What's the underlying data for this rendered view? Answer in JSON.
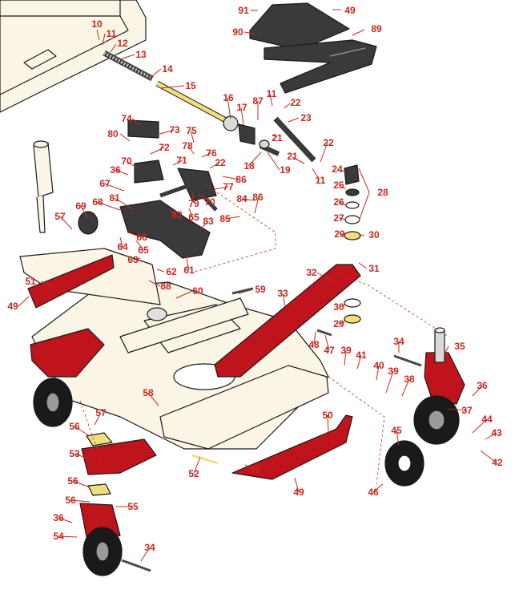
{
  "colors": {
    "callout": "#c8281e",
    "part_red": "#c0141c",
    "part_cream": "#fbf5e6",
    "part_dark": "#3a3a3a",
    "part_gray": "#9a9a9a",
    "part_yellow": "#f2df7c",
    "outline": "#1a1a1a",
    "leader": "#c8281e"
  },
  "callouts": [
    {
      "id": "c91",
      "text": "91"
    },
    {
      "id": "c49a",
      "text": "49"
    },
    {
      "id": "c90",
      "text": "90"
    },
    {
      "id": "c89",
      "text": "89"
    },
    {
      "id": "c10",
      "text": "10"
    },
    {
      "id": "c11a",
      "text": "11"
    },
    {
      "id": "c12",
      "text": "12"
    },
    {
      "id": "c13",
      "text": "13"
    },
    {
      "id": "c14",
      "text": "14"
    },
    {
      "id": "c15",
      "text": "15"
    },
    {
      "id": "c16",
      "text": "16"
    },
    {
      "id": "c17",
      "text": "17"
    },
    {
      "id": "c87",
      "text": "87"
    },
    {
      "id": "c11b",
      "text": "11"
    },
    {
      "id": "c22a",
      "text": "22"
    },
    {
      "id": "c23",
      "text": "23"
    },
    {
      "id": "c21a",
      "text": "21"
    },
    {
      "id": "c18",
      "text": "18"
    },
    {
      "id": "c19",
      "text": "19"
    },
    {
      "id": "c21b",
      "text": "21"
    },
    {
      "id": "c22b",
      "text": "22"
    },
    {
      "id": "c11c",
      "text": "11"
    },
    {
      "id": "c74",
      "text": "74"
    },
    {
      "id": "c80",
      "text": "80"
    },
    {
      "id": "c73",
      "text": "73"
    },
    {
      "id": "c75",
      "text": "75"
    },
    {
      "id": "c72",
      "text": "72"
    },
    {
      "id": "c78",
      "text": "78"
    },
    {
      "id": "c76",
      "text": "76"
    },
    {
      "id": "c71",
      "text": "71"
    },
    {
      "id": "c22c",
      "text": "22"
    },
    {
      "id": "c70a",
      "text": "70"
    },
    {
      "id": "c36a",
      "text": "36"
    },
    {
      "id": "c86a",
      "text": "86"
    },
    {
      "id": "c67",
      "text": "67"
    },
    {
      "id": "c77",
      "text": "77"
    },
    {
      "id": "c70b",
      "text": "70"
    },
    {
      "id": "c84",
      "text": "84"
    },
    {
      "id": "c86b",
      "text": "86"
    },
    {
      "id": "c68",
      "text": "68"
    },
    {
      "id": "c81",
      "text": "81"
    },
    {
      "id": "c69",
      "text": "69"
    },
    {
      "id": "c79",
      "text": "79"
    },
    {
      "id": "c57a",
      "text": "57"
    },
    {
      "id": "c82",
      "text": "82"
    },
    {
      "id": "c65a",
      "text": "65"
    },
    {
      "id": "c83",
      "text": "83"
    },
    {
      "id": "c85",
      "text": "85"
    },
    {
      "id": "c66",
      "text": "66"
    },
    {
      "id": "c64",
      "text": "64"
    },
    {
      "id": "c65b",
      "text": "65"
    },
    {
      "id": "c63",
      "text": "63"
    },
    {
      "id": "c62",
      "text": "62"
    },
    {
      "id": "c61",
      "text": "61"
    },
    {
      "id": "c88",
      "text": "88"
    },
    {
      "id": "c60",
      "text": "60"
    },
    {
      "id": "c24",
      "text": "24"
    },
    {
      "id": "c25",
      "text": "25"
    },
    {
      "id": "c28",
      "text": "28"
    },
    {
      "id": "c26",
      "text": "26"
    },
    {
      "id": "c27",
      "text": "27"
    },
    {
      "id": "c29a",
      "text": "29"
    },
    {
      "id": "c30a",
      "text": "30"
    },
    {
      "id": "c31",
      "text": "31"
    },
    {
      "id": "c32",
      "text": "32"
    },
    {
      "id": "c30b",
      "text": "30"
    },
    {
      "id": "c29b",
      "text": "29"
    },
    {
      "id": "c51",
      "text": "51"
    },
    {
      "id": "c49b",
      "text": "49"
    },
    {
      "id": "c59",
      "text": "59"
    },
    {
      "id": "c33a",
      "text": "33"
    },
    {
      "id": "c48",
      "text": "48"
    },
    {
      "id": "c47",
      "text": "47"
    },
    {
      "id": "c39a",
      "text": "39"
    },
    {
      "id": "c41",
      "text": "41"
    },
    {
      "id": "c34a",
      "text": "34"
    },
    {
      "id": "c35",
      "text": "35"
    },
    {
      "id": "c40",
      "text": "40"
    },
    {
      "id": "c39b",
      "text": "39"
    },
    {
      "id": "c38",
      "text": "38"
    },
    {
      "id": "c36b",
      "text": "36"
    },
    {
      "id": "c37",
      "text": "37"
    },
    {
      "id": "c58",
      "text": "58"
    },
    {
      "id": "c57b",
      "text": "57"
    },
    {
      "id": "c44",
      "text": "44"
    },
    {
      "id": "c43",
      "text": "43"
    },
    {
      "id": "c56a",
      "text": "56"
    },
    {
      "id": "c50",
      "text": "50"
    },
    {
      "id": "c45",
      "text": "45"
    },
    {
      "id": "c42",
      "text": "42"
    },
    {
      "id": "c53",
      "text": "53"
    },
    {
      "id": "c52",
      "text": "52"
    },
    {
      "id": "c33b",
      "text": "33"
    },
    {
      "id": "c46",
      "text": "46"
    },
    {
      "id": "c56b",
      "text": "56"
    },
    {
      "id": "c49c",
      "text": "49"
    },
    {
      "id": "c56c",
      "text": "56"
    },
    {
      "id": "c55",
      "text": "55"
    },
    {
      "id": "c36c",
      "text": "36"
    },
    {
      "id": "c54",
      "text": "54"
    },
    {
      "id": "c34b",
      "text": "34"
    }
  ]
}
